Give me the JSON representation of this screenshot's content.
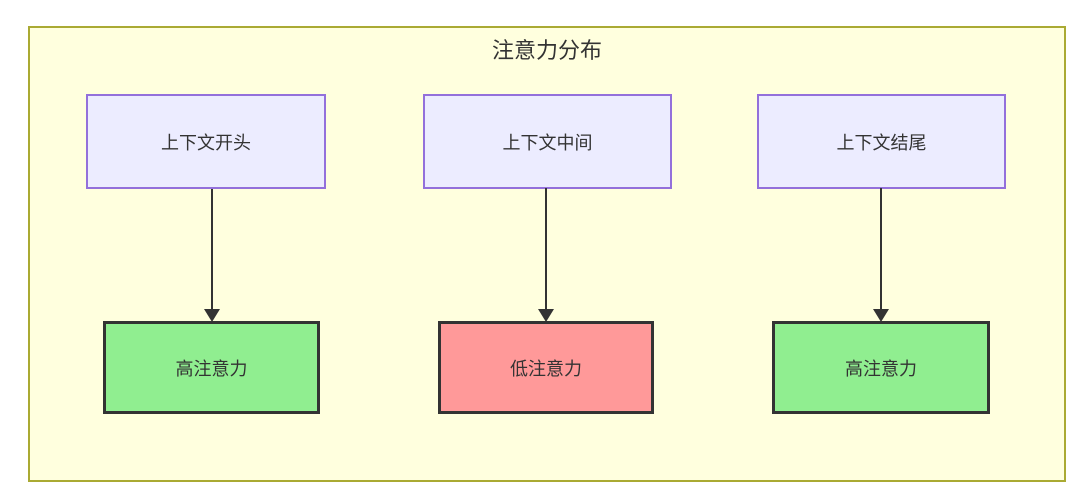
{
  "diagram": {
    "title": "注意力分布",
    "top_nodes": [
      {
        "label": "上下文开头"
      },
      {
        "label": "上下文中间"
      },
      {
        "label": "上下文结尾"
      }
    ],
    "bottom_nodes": [
      {
        "label": "高注意力",
        "level": "high"
      },
      {
        "label": "低注意力",
        "level": "low"
      },
      {
        "label": "高注意力",
        "level": "high"
      }
    ],
    "edges": [
      {
        "from": "上下文开头",
        "to": "高注意力"
      },
      {
        "from": "上下文中间",
        "to": "低注意力"
      },
      {
        "from": "上下文结尾",
        "to": "高注意力"
      }
    ],
    "colors": {
      "container_bg": "#ffffde",
      "container_border": "#aaaa33",
      "node_bg": "#ececff",
      "node_border": "#9370db",
      "high_bg": "#90ee90",
      "low_bg": "#ff9999",
      "result_border": "#333333",
      "text_color": "#333333",
      "edge_color": "#333333"
    }
  }
}
